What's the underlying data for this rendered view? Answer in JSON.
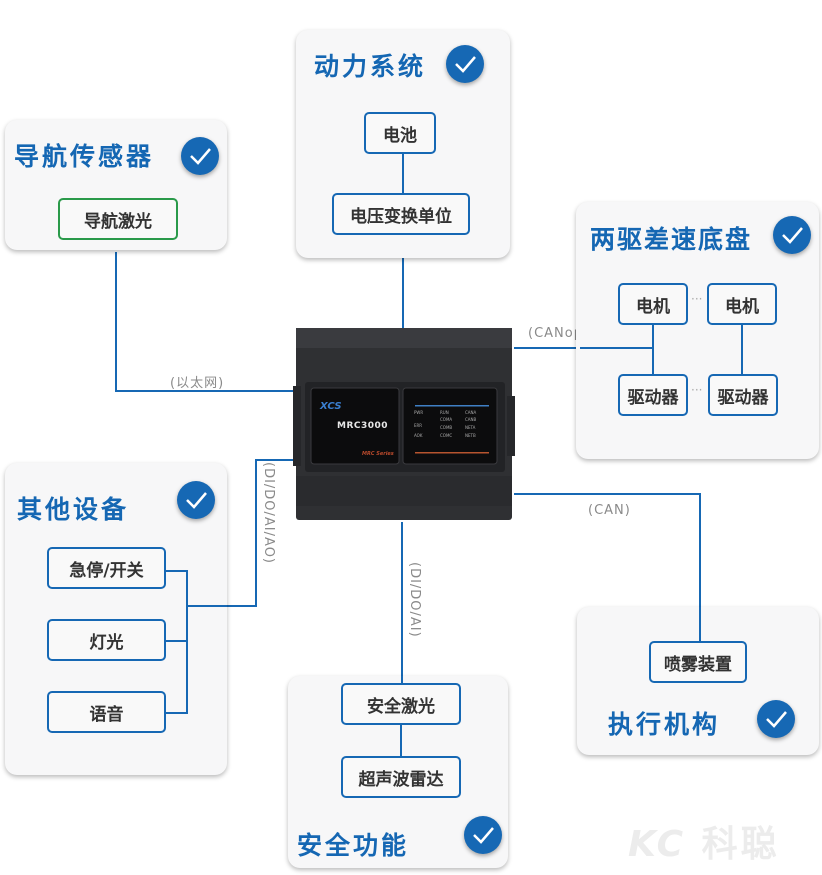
{
  "colors": {
    "accent": "#1668b4",
    "card_bg": "#f7f7f8",
    "green_border": "#2a9a4a",
    "label_gray": "#8a8a8a"
  },
  "controller": {
    "brand": "XCS",
    "model": "MRC3000",
    "series": "MRC Series",
    "leds": [
      "PWR",
      "RUN",
      "CANA",
      "ERR",
      "COMA",
      "CANB",
      "COMB",
      "NETA",
      "AOK",
      "COMC",
      "NETB"
    ]
  },
  "groups": {
    "navigation": {
      "title": "导航传感器",
      "icon": "check-circle-icon",
      "nodes": [
        "导航激光"
      ],
      "link_label": "(以太网)"
    },
    "power": {
      "title": "动力系统",
      "icon": "check-circle-icon",
      "nodes": [
        "电池",
        "电压变换单位"
      ]
    },
    "chassis": {
      "title": "两驱差速底盘",
      "icon": "check-circle-icon",
      "nodes": [
        "电机",
        "电机",
        "驱动器",
        "驱动器"
      ],
      "ellipsis": "···",
      "link_label": "(CANopen)"
    },
    "other": {
      "title": "其他设备",
      "icon": "check-circle-icon",
      "nodes": [
        "急停/开关",
        "灯光",
        "语音"
      ],
      "link_label": "(DI/DO/AI/AO)"
    },
    "safety": {
      "title": "安全功能",
      "icon": "check-circle-icon",
      "nodes": [
        "安全激光",
        "超声波雷达"
      ],
      "link_label": "(DI/DO/AI)"
    },
    "actuator": {
      "title": "执行机构",
      "icon": "check-circle-icon",
      "nodes": [
        "喷雾装置"
      ],
      "link_label": "(CAN)"
    }
  },
  "watermark": {
    "latin": "KC",
    "cjk": "科聪"
  }
}
